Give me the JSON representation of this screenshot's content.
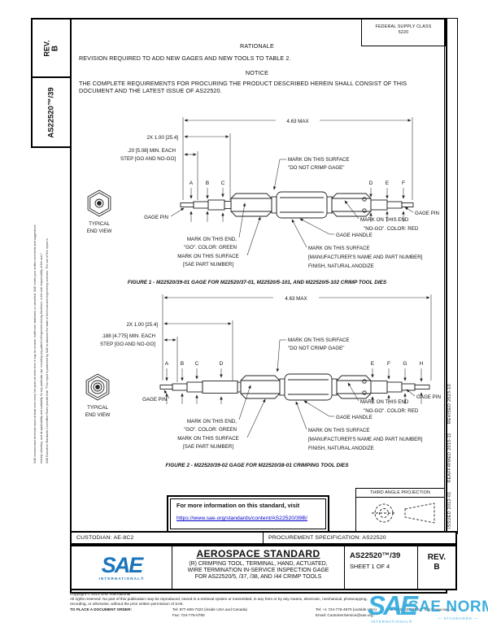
{
  "colors": {
    "link_blue": "#0000cc",
    "sae_blue": "#1b75bc",
    "watermark_blue": "#2ea9dc"
  },
  "left_margin": {
    "boiler1": "SAE Executive Standards Committee Rules provide that: \"This report is published by SAE to advance the state of technical and engineering sciences. The use of this report is",
    "boiler2": "entirely voluntary, and its applicability and suitability for any particular use, including any patent infringement arising therefrom, is the sole responsibility of the user.\"",
    "boiler3": "SAE reviews each technical report at least once every five years at which time it may be revised, reaffirmed, stabilized, or cancelled. SAE invites your written comments and suggestions.",
    "rev_label": "REV.",
    "rev_value": "B",
    "doc_number": "AS22520™/39"
  },
  "right_margin": {
    "history": "ISSUED 2012-01      REAFFIRMED 2015-11      REVISED 2023-10"
  },
  "fsc_box": {
    "line1": "FEDERAL SUPPLY CLASS",
    "line2": "5220"
  },
  "rationale": {
    "heading": "RATIONALE",
    "body": "REVISION REQUIRED TO ADD NEW GAGES AND NEW TOOLS TO TABLE 2."
  },
  "notice": {
    "heading": "NOTICE",
    "body": "THE COMPLETE REQUIREMENTS FOR PROCURING THE PRODUCT DESCRIBED HEREIN SHALL CONSIST OF THIS DOCUMENT AND THE LATEST ISSUE OF AS22520."
  },
  "figure1": {
    "dim_overall": "4.63 MAX",
    "dim_2x": "2X 1.00 [25.4]",
    "dim_step_1": ".20 [5.08] MIN. EACH",
    "dim_step_2": "STEP [GO AND NO-GO]",
    "pins_left": [
      "A",
      "B",
      "C"
    ],
    "pins_right": [
      "D",
      "E",
      "F"
    ],
    "end_view_1": "TYPICAL",
    "end_view_2": "END VIEW",
    "gage_pin": "GAGE PIN",
    "dnc_1": "MARK ON THIS SURFACE",
    "dnc_2": "\"DO NOT CRIMP GAGE\"",
    "go_1": "MARK ON THIS END,",
    "go_2": "\"GO\". COLOR: GREEN",
    "sae_1": "MARK ON THIS SURFACE",
    "sae_2": "[SAE PART NUMBER]",
    "handle": "GAGE HANDLE",
    "nogo_1": "MARK ON THIS END",
    "nogo_2": "\"NO-GO\". COLOR: RED",
    "mfr_1": "MARK ON THIS SURFACE",
    "mfr_2": "[MANUFACTURER'S NAME AND PART NUMBER]",
    "mfr_3": "FINISH, NATURAL ANODIZE",
    "caption": "FIGURE 1 - M22520/39-01 GAGE FOR M22520/37-01, M22520/5-101, AND M22520/5-102 CRIMP TOOL DIES"
  },
  "figure2": {
    "dim_overall": "4.63 MAX",
    "dim_2x": "2X 1.00 [25.4]",
    "dim_step_1": ".188 [4.775] MIN. EACH",
    "dim_step_2": "STEP [GO AND NO-GO]",
    "pins_left": [
      "A",
      "B",
      "C",
      "D"
    ],
    "pins_right": [
      "E",
      "F",
      "G",
      "H"
    ],
    "end_view_1": "TYPICAL",
    "end_view_2": "END VIEW",
    "gage_pin": "GAGE PIN",
    "dnc_1": "MARK ON THIS SURFACE",
    "dnc_2": "\"DO NOT CRIMP GAGE\"",
    "go_1": "MARK ON THIS END,",
    "go_2": "\"GO\". COLOR: GREEN",
    "sae_1": "MARK ON THIS SURFACE",
    "sae_2": "[SAE PART NUMBER]",
    "handle": "GAGE HANDLE",
    "nogo_1": "MARK ON THIS END",
    "nogo_2": "\"NO-GO\". COLOR: RED",
    "mfr_1": "MARK ON THIS SURFACE",
    "mfr_2": "[MANUFACTURER'S NAME AND PART NUMBER]",
    "mfr_3": "FINISH, NATURAL ANODIZE",
    "caption": "FIGURE 2 - M22520/39-02 GAGE FOR M22520/38-01 CRIMPING TOOL DIES"
  },
  "info_box": {
    "text": "For more information on this standard, visit",
    "url": "https://www.sae.org/standards/content/AS22520/39B/"
  },
  "projection_box": {
    "title": "THIRD ANGLE PROJECTION"
  },
  "title_block": {
    "custodian": "CUSTODIAN: AE-8C2",
    "procurement": "PROCUREMENT SPECIFICATION: AS22520",
    "logo_main": "SAE",
    "logo_sub": "INTERNATIONAL®",
    "doc_type": "AEROSPACE STANDARD",
    "title_l1": "(R) CRIMPING TOOL, TERMINAL, HAND, ACTUATED,",
    "title_l2": "WIRE TERMINATION  IN-SERVICE INSPECTION GAGE",
    "title_l3": "FOR AS22520/5, /37, /38, AND /44 CRIMP TOOLS",
    "doc_number": "AS22520™/39",
    "sheet": "SHEET 1 OF 4",
    "rev_label": "REV.",
    "rev_value": "B"
  },
  "footer": {
    "copyright": "Copyright © 2023 SAE International",
    "rights_l1": "All rights reserved. No part of this publication may be reproduced, stored in a retrieval system or transmitted, in any form or by any means, electronic, mechanical, photocopying,",
    "rights_l2": "recording, or otherwise, without the prior written permission of SAE.",
    "order_label": "TO PLACE A DOCUMENT ORDER:",
    "tel_inside": "Tel: 877-606-7323 (inside USA and Canada)",
    "tel_outside": "Tel: +1 724-776-4970 (outside USA)",
    "fax": "Fax: 724-776-0790",
    "email": "Email: CustomerService@sae.org",
    "web": "SAE WEB ADDRESS: http://www.sae.org"
  },
  "watermark": {
    "logo": "SAE",
    "name": "SAE NORM",
    "sub_left": "INTERNATIONAL®",
    "sub_right": "— STANDARDS —"
  }
}
